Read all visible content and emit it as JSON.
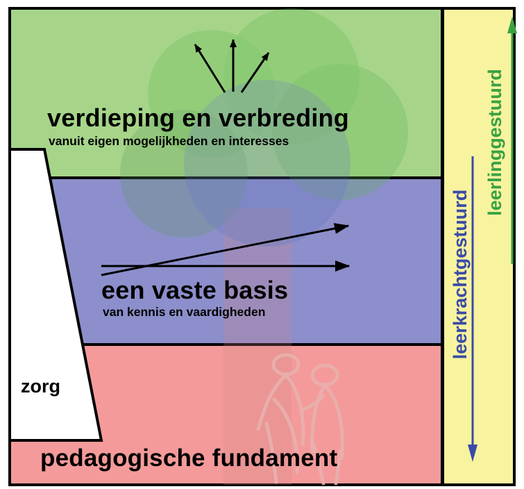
{
  "layers": {
    "top": {
      "title": "verdieping en verbreding",
      "subtitle": "vanuit eigen mogelijkheden en interesses",
      "color": "#a6d58a"
    },
    "middle": {
      "title": "een vaste basis",
      "subtitle": "van kennis en vaardigheden",
      "color": "#8c8fcb"
    },
    "bottom": {
      "title": "pedagogische fundament",
      "color": "#f49a9a"
    }
  },
  "care": {
    "label": "zorg",
    "color": "#ffffff"
  },
  "side_panel": {
    "color": "#f7f39f",
    "student_led": {
      "label": "leerlinggestuurd",
      "color": "#3aa142"
    },
    "teacher_led": {
      "label": "leerkrachtgestuurd",
      "color": "#3b4aa6"
    }
  },
  "decor_icons": [
    "tree-icon",
    "people-icon",
    "up-arrows-icon",
    "forward-arrows-icon"
  ]
}
